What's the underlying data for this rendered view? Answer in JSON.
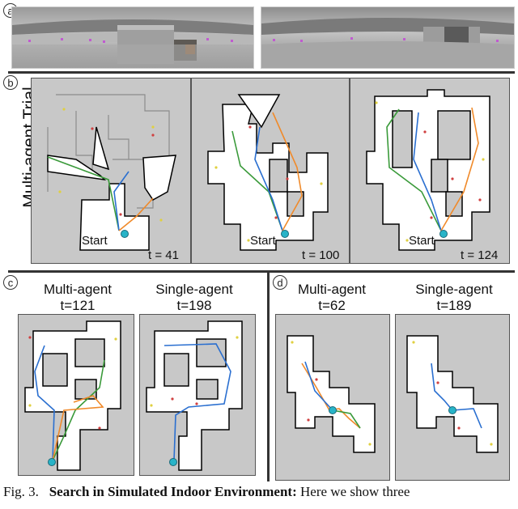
{
  "panels": {
    "a": {
      "badge": "a"
    },
    "b": {
      "badge": "b",
      "title": "Multi-agent Trial",
      "start_label": "Start",
      "times": [
        "t = 41",
        "t = 100",
        "t = 124"
      ]
    },
    "c": {
      "badge": "c",
      "heads": [
        {
          "line1": "Multi-agent",
          "line2": "t=121"
        },
        {
          "line1": "Single-agent",
          "line2": "t=198"
        }
      ]
    },
    "d": {
      "badge": "d",
      "heads": [
        {
          "line1": "Multi-agent",
          "line2": "t=62"
        },
        {
          "line1": "Single-agent",
          "line2": "t=189"
        }
      ]
    }
  },
  "caption": {
    "prefix": "Fig. 3.",
    "bold": "Search in Simulated Indoor Environment:",
    "rest": "Here we show three"
  },
  "colors": {
    "agent_green": "#3a9a3a",
    "agent_blue": "#2a6fd0",
    "agent_orange": "#f08a2a",
    "start_cyan": "#28b4c8",
    "map_bg": "#c8c8c8"
  }
}
